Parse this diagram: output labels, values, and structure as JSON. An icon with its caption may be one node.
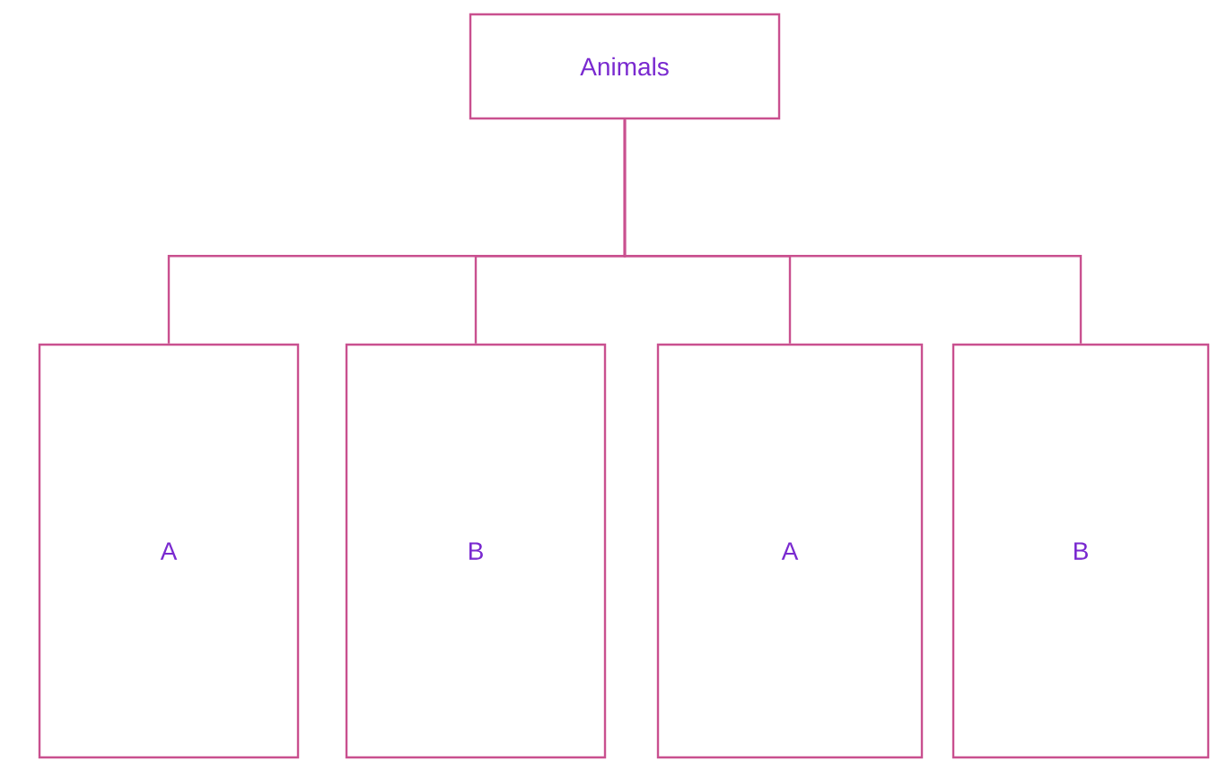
{
  "diagram": {
    "nodes": [
      {
        "text": [
          "Animals"
        ]
      },
      {
        "text": [
          "A"
        ]
      },
      {
        "text": [
          "B"
        ]
      },
      {
        "text": [
          "A"
        ]
      },
      {
        "text": [
          "B"
        ]
      }
    ],
    "edges": [
      {
        "from": 0,
        "to": 1,
        "arrow": "none"
      },
      {
        "from": 0,
        "to": 2,
        "arrow": "none"
      },
      {
        "from": 0,
        "to": 3,
        "arrow": "none"
      },
      {
        "from": 0,
        "to": 4,
        "arrow": "none"
      }
    ]
  }
}
